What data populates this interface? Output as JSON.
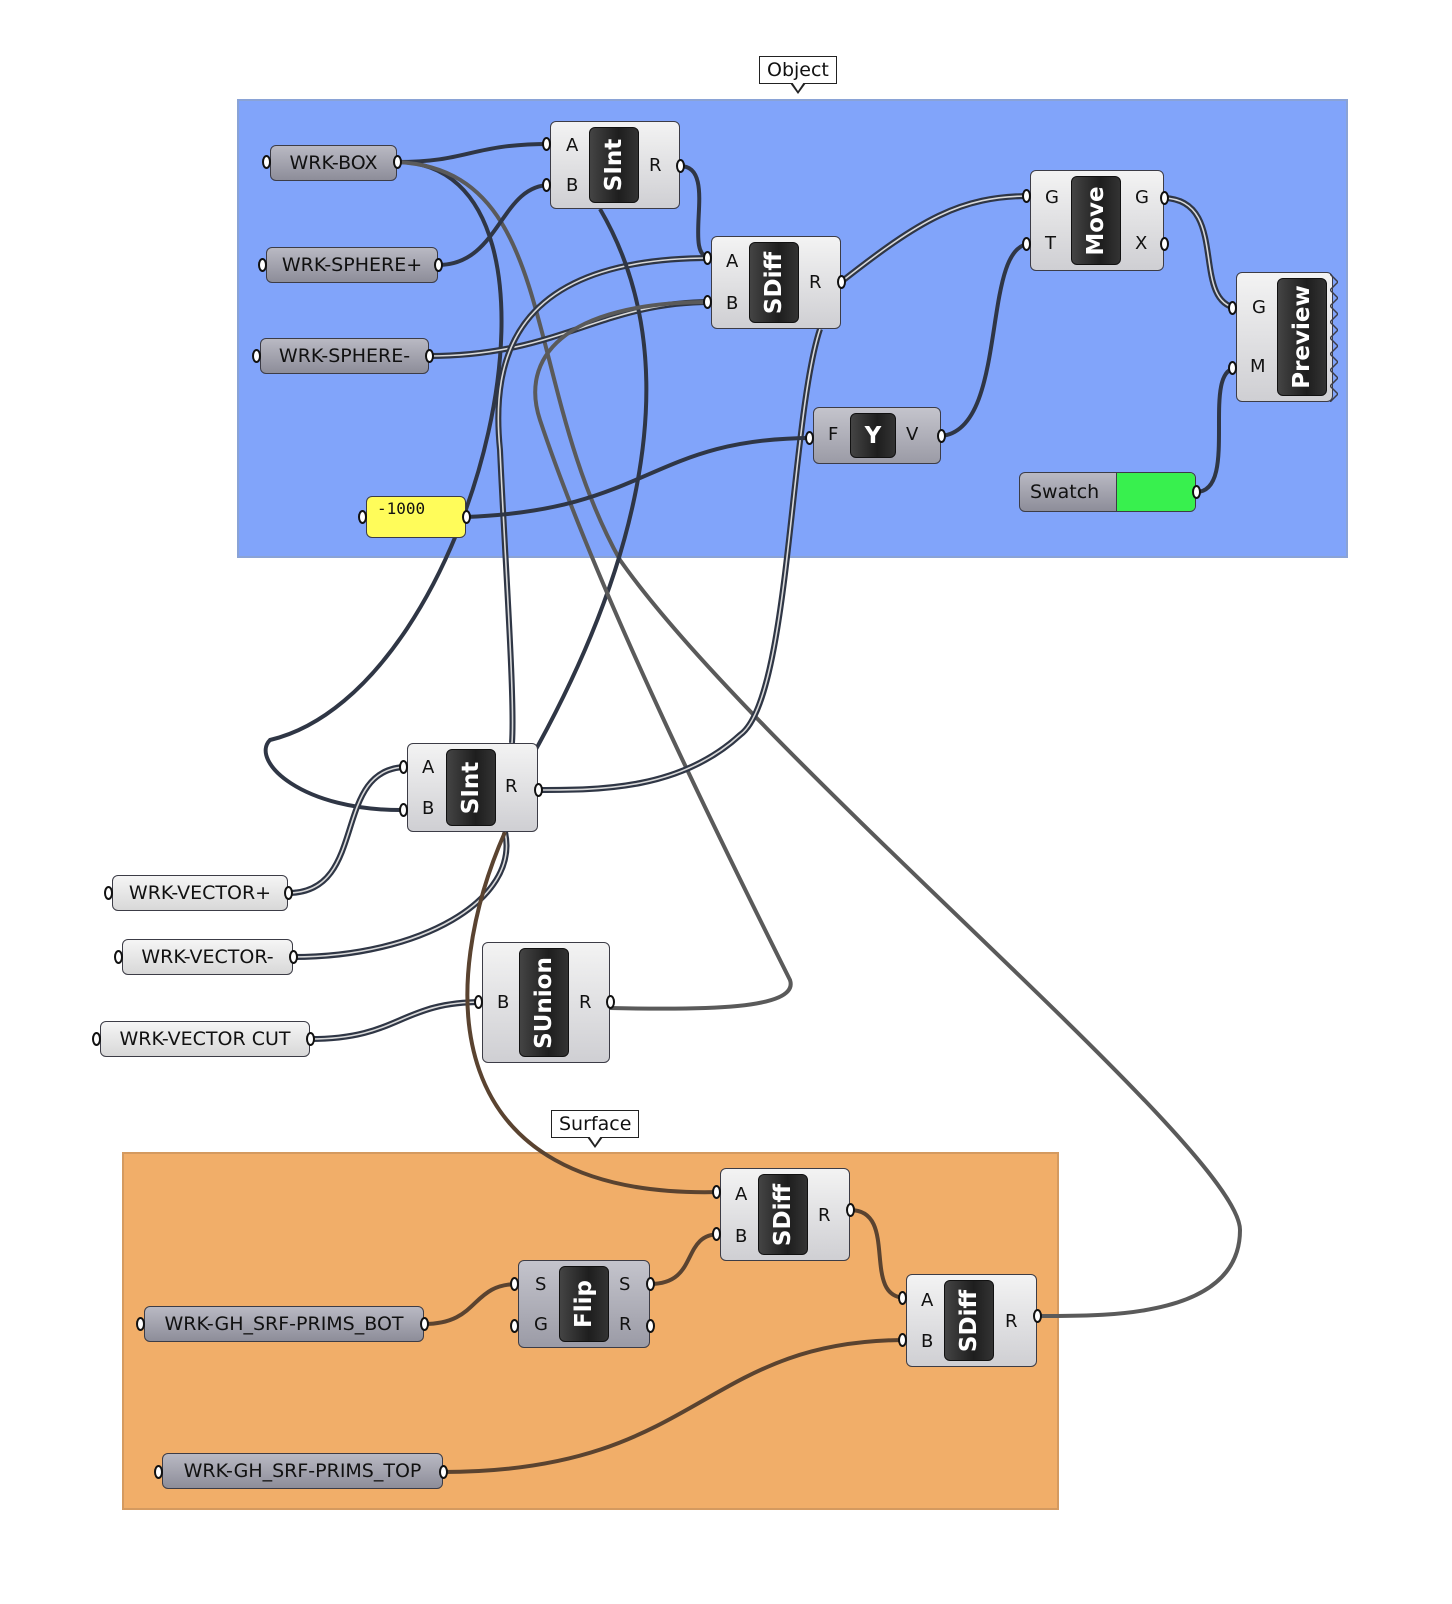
{
  "groups": {
    "object": {
      "label": "Object",
      "color": "#81a4fa"
    },
    "surface": {
      "label": "Surface",
      "color": "#f1ae69"
    }
  },
  "params": {
    "wrk_box": "WRK-BOX",
    "wrk_sphere_plus": "WRK-SPHERE+",
    "wrk_sphere_minus": "WRK-SPHERE-",
    "number_value": "-1000",
    "wrk_vector_plus": "WRK-VECTOR+",
    "wrk_vector_minus": "WRK-VECTOR-",
    "wrk_vector_cut": "WRK-VECTOR CUT",
    "srf_prims_bot": "WRK-GH_SRF-PRIMS_BOT",
    "srf_prims_top": "WRK-GH_SRF-PRIMS_TOP"
  },
  "components": {
    "sint_top": {
      "name": "SInt",
      "in": [
        "A",
        "B"
      ],
      "out": [
        "R"
      ]
    },
    "sdiff_top": {
      "name": "SDiff",
      "in": [
        "A",
        "B"
      ],
      "out": [
        "R"
      ]
    },
    "move": {
      "name": "Move",
      "in": [
        "G",
        "T"
      ],
      "out": [
        "G",
        "X"
      ]
    },
    "preview": {
      "name": "Preview",
      "in": [
        "G",
        "M"
      ]
    },
    "unit_y": {
      "name": "Y",
      "in": [
        "F"
      ],
      "out": [
        "V"
      ]
    },
    "sint_mid": {
      "name": "SInt",
      "in": [
        "A",
        "B"
      ],
      "out": [
        "R"
      ]
    },
    "sunion": {
      "name": "SUnion",
      "in": [
        "B"
      ],
      "out": [
        "R"
      ]
    },
    "flip": {
      "name": "Flip",
      "in": [
        "S",
        "G"
      ],
      "out": [
        "S",
        "R"
      ]
    },
    "sdiff_surf1": {
      "name": "SDiff",
      "in": [
        "A",
        "B"
      ],
      "out": [
        "R"
      ]
    },
    "sdiff_surf2": {
      "name": "SDiff",
      "in": [
        "A",
        "B"
      ],
      "out": [
        "R"
      ]
    }
  },
  "swatch": {
    "label": "Swatch",
    "color": "#38f04e"
  },
  "wire_colors": {
    "dark": "#2f3645",
    "grey": "#5a5a5a",
    "brown": "#5a4330"
  }
}
